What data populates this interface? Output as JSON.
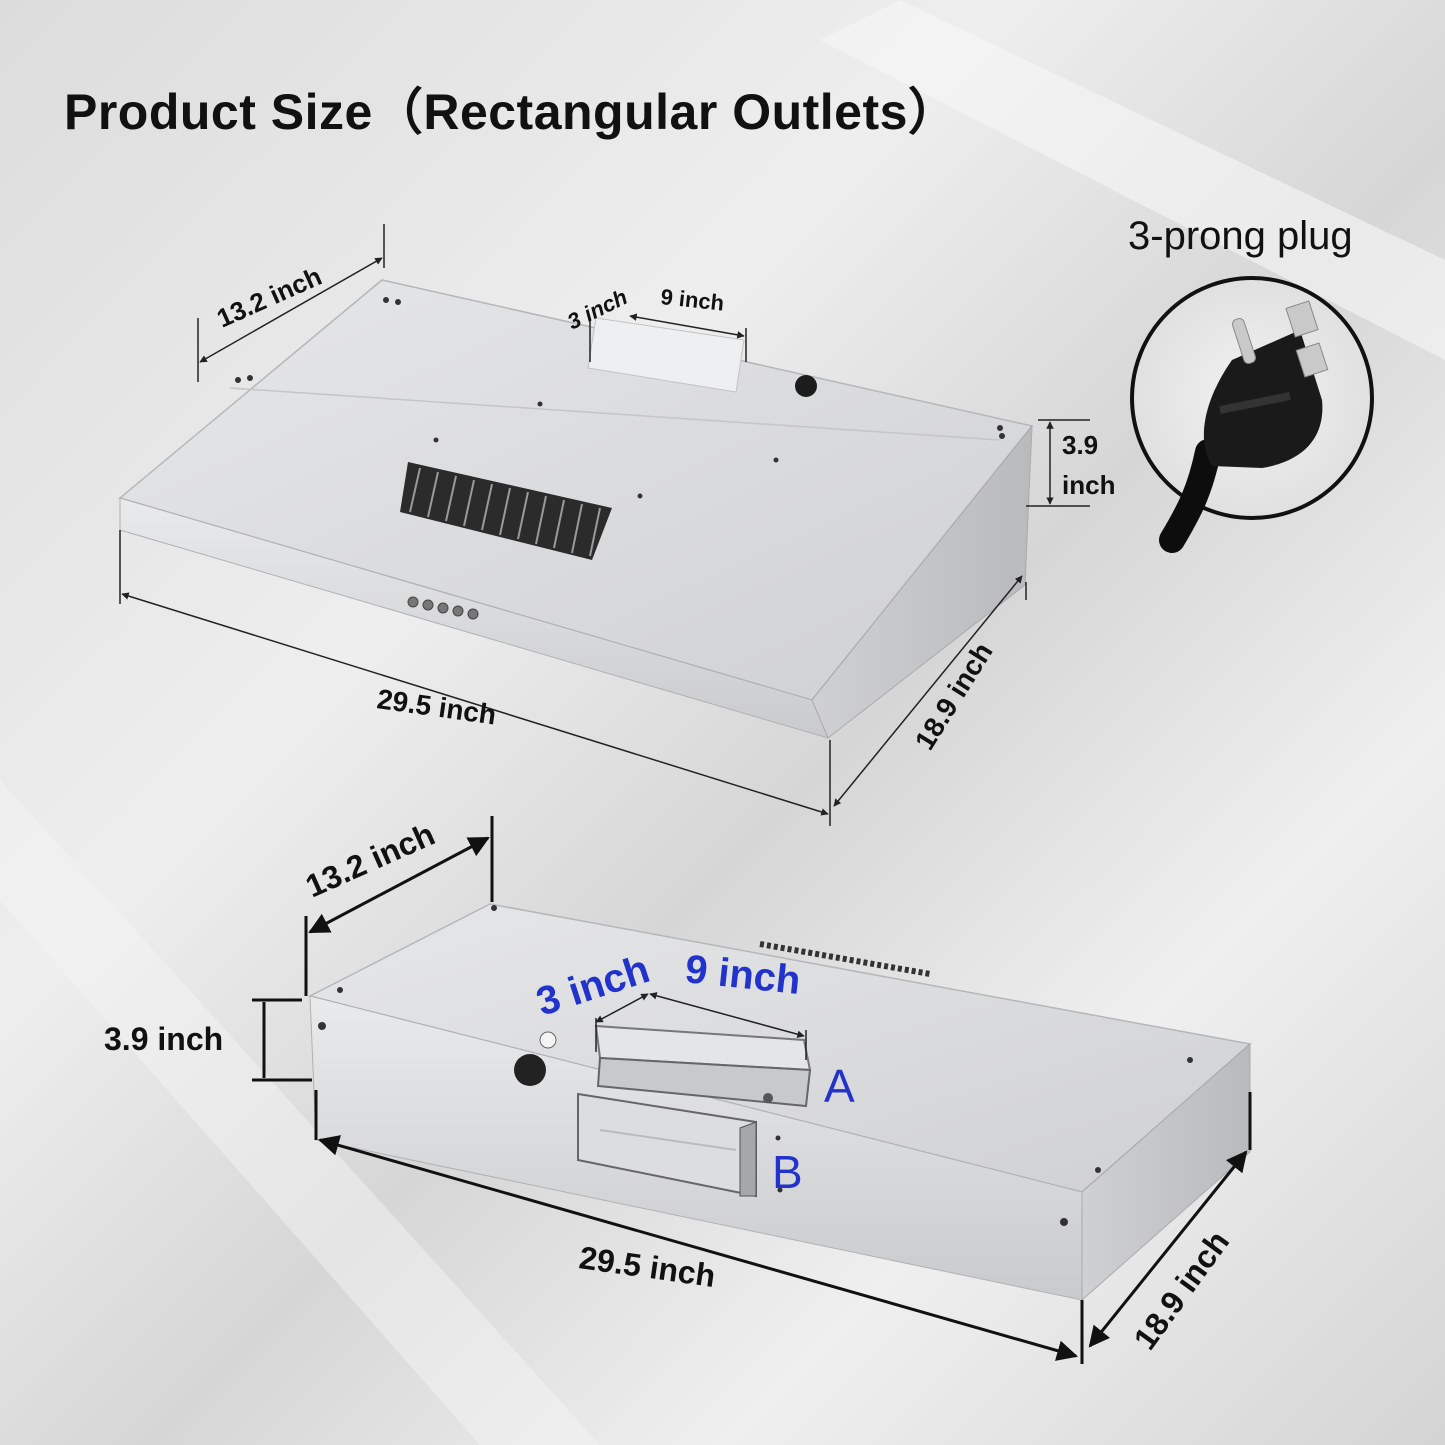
{
  "title": "Product Size（Rectangular Outlets）",
  "plug_label": "3-prong plug",
  "top_view": {
    "depth_top": "13.2 inch",
    "outlet_depth": "3 inch",
    "outlet_width": "9 inch",
    "height": "3.9",
    "height_unit": "inch",
    "width": "29.5 inch",
    "depth": "18.9 inch"
  },
  "bottom_view": {
    "depth_top": "13.2 inch",
    "outlet_depth": "3 inch",
    "outlet_width": "9 inch",
    "height": "3.9 inch",
    "width": "29.5 inch",
    "depth": "18.9 inch",
    "outlet_a": "A",
    "outlet_b": "B"
  },
  "colors": {
    "dimension_text": "#111111",
    "outlet_text": "#2233cc",
    "metal": "#d9dadc"
  }
}
